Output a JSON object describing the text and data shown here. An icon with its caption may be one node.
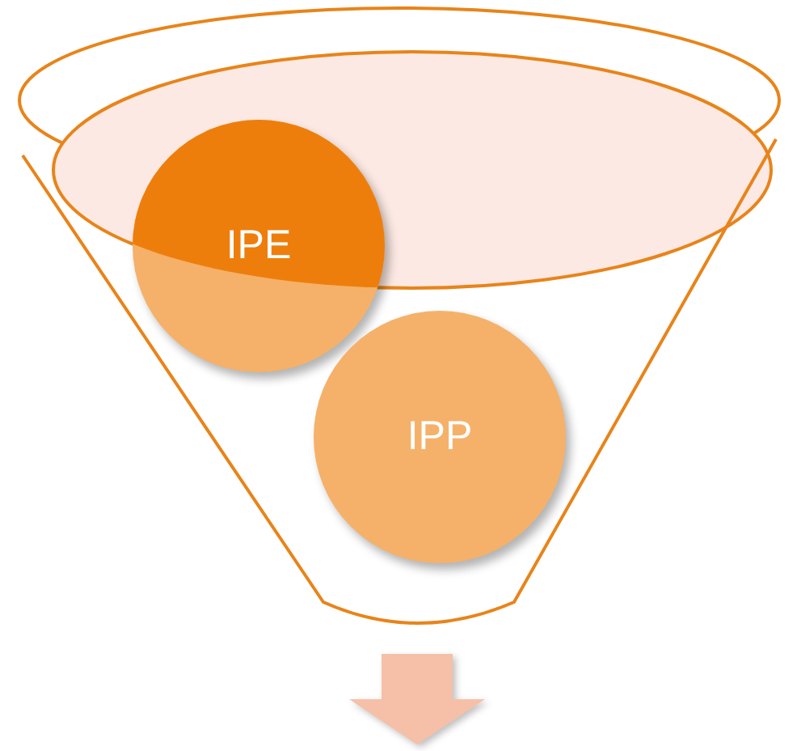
{
  "diagram": {
    "nodes": [
      {
        "text": [],
        "shape": "funnel"
      },
      {
        "text": [
          "IPE"
        ],
        "in": 0
      },
      {
        "text": [
          "IPP"
        ],
        "in": 0
      }
    ]
  }
}
